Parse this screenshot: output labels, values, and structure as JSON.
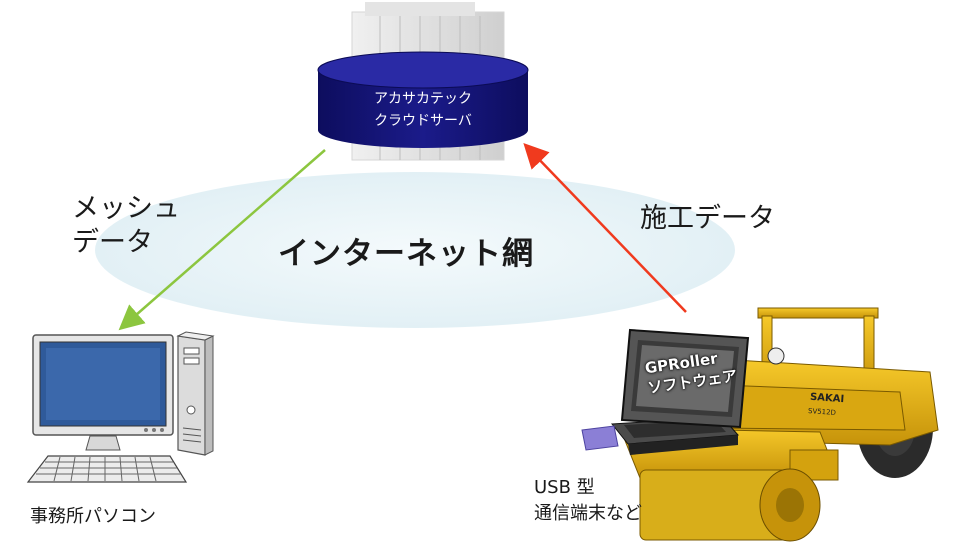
{
  "server": {
    "line1": "アカサカテック",
    "line2": "クラウドサーバ"
  },
  "labels": {
    "mesh_line1": "メッシュ",
    "mesh_line2": "データ",
    "construction_data": "施工データ",
    "internet": "インターネット網",
    "office_pc": "事務所パソコン",
    "usb_line1": "USB 型",
    "usb_line2": "通信端末など",
    "screen_line1": "GPRoller",
    "screen_line2": "ソフトウェア",
    "roller_brand": "SAKAI",
    "roller_model": "SV512D"
  },
  "colors": {
    "server_body": "#13137a",
    "ellipse": "#e8f4f8",
    "mesh_arrow": "#8cc63f",
    "construction_arrow": "#f03a1e",
    "roller_yellow": "#e8b50f",
    "monitor_screen": "#2f5a9a"
  }
}
